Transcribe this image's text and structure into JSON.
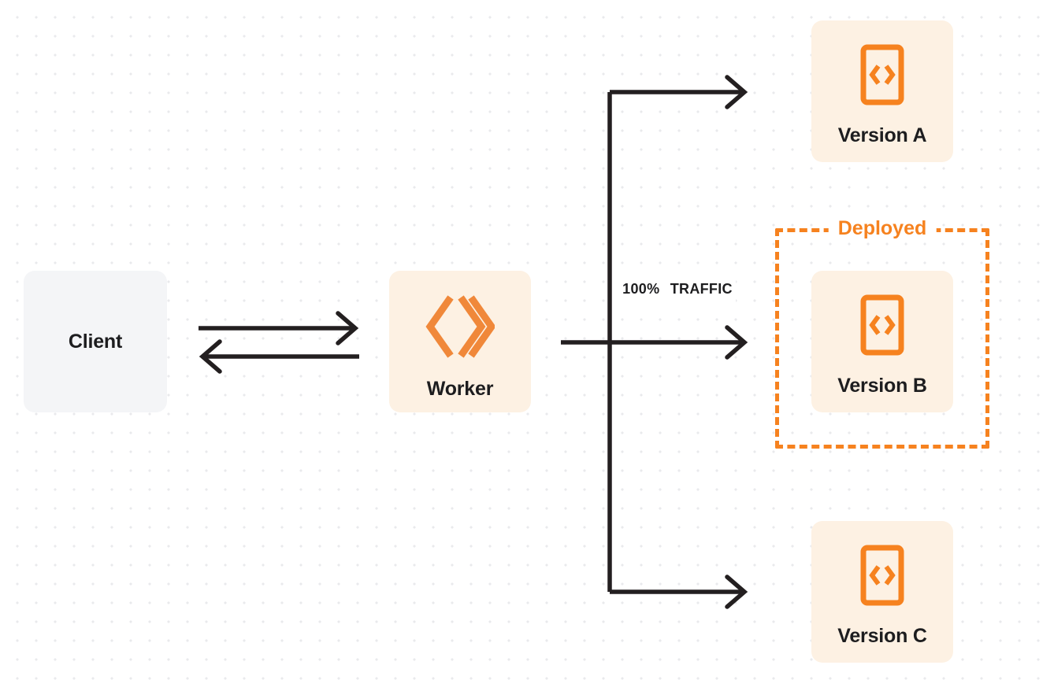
{
  "diagram": {
    "title": "Worker version traffic routing",
    "colors": {
      "accent_orange": "#f6821f",
      "node_cream": "#fdf1e3",
      "node_gray": "#f4f5f7",
      "arrow_dark": "#231f20",
      "background": "#ffffff",
      "dot_grid": "#e9eaec"
    },
    "nodes": {
      "client": {
        "label": "Client",
        "icon": "none"
      },
      "worker": {
        "label": "Worker",
        "icon": "cloudflare-workers-logo"
      },
      "version_a": {
        "label": "Version A",
        "icon": "code-file-icon"
      },
      "version_b": {
        "label": "Version B",
        "icon": "code-file-icon"
      },
      "version_c": {
        "label": "Version C",
        "icon": "code-file-icon"
      }
    },
    "group": {
      "deployed_label": "Deployed",
      "contains": "Version B"
    },
    "edges": {
      "traffic_percent": "100%",
      "traffic_word": "TRAFFIC",
      "client_to_worker": "request arrow right",
      "worker_to_client": "response arrow left",
      "worker_to_version_a": "branch arrow up then right",
      "worker_to_version_b": "straight arrow right",
      "worker_to_version_c": "branch arrow down then right"
    }
  }
}
